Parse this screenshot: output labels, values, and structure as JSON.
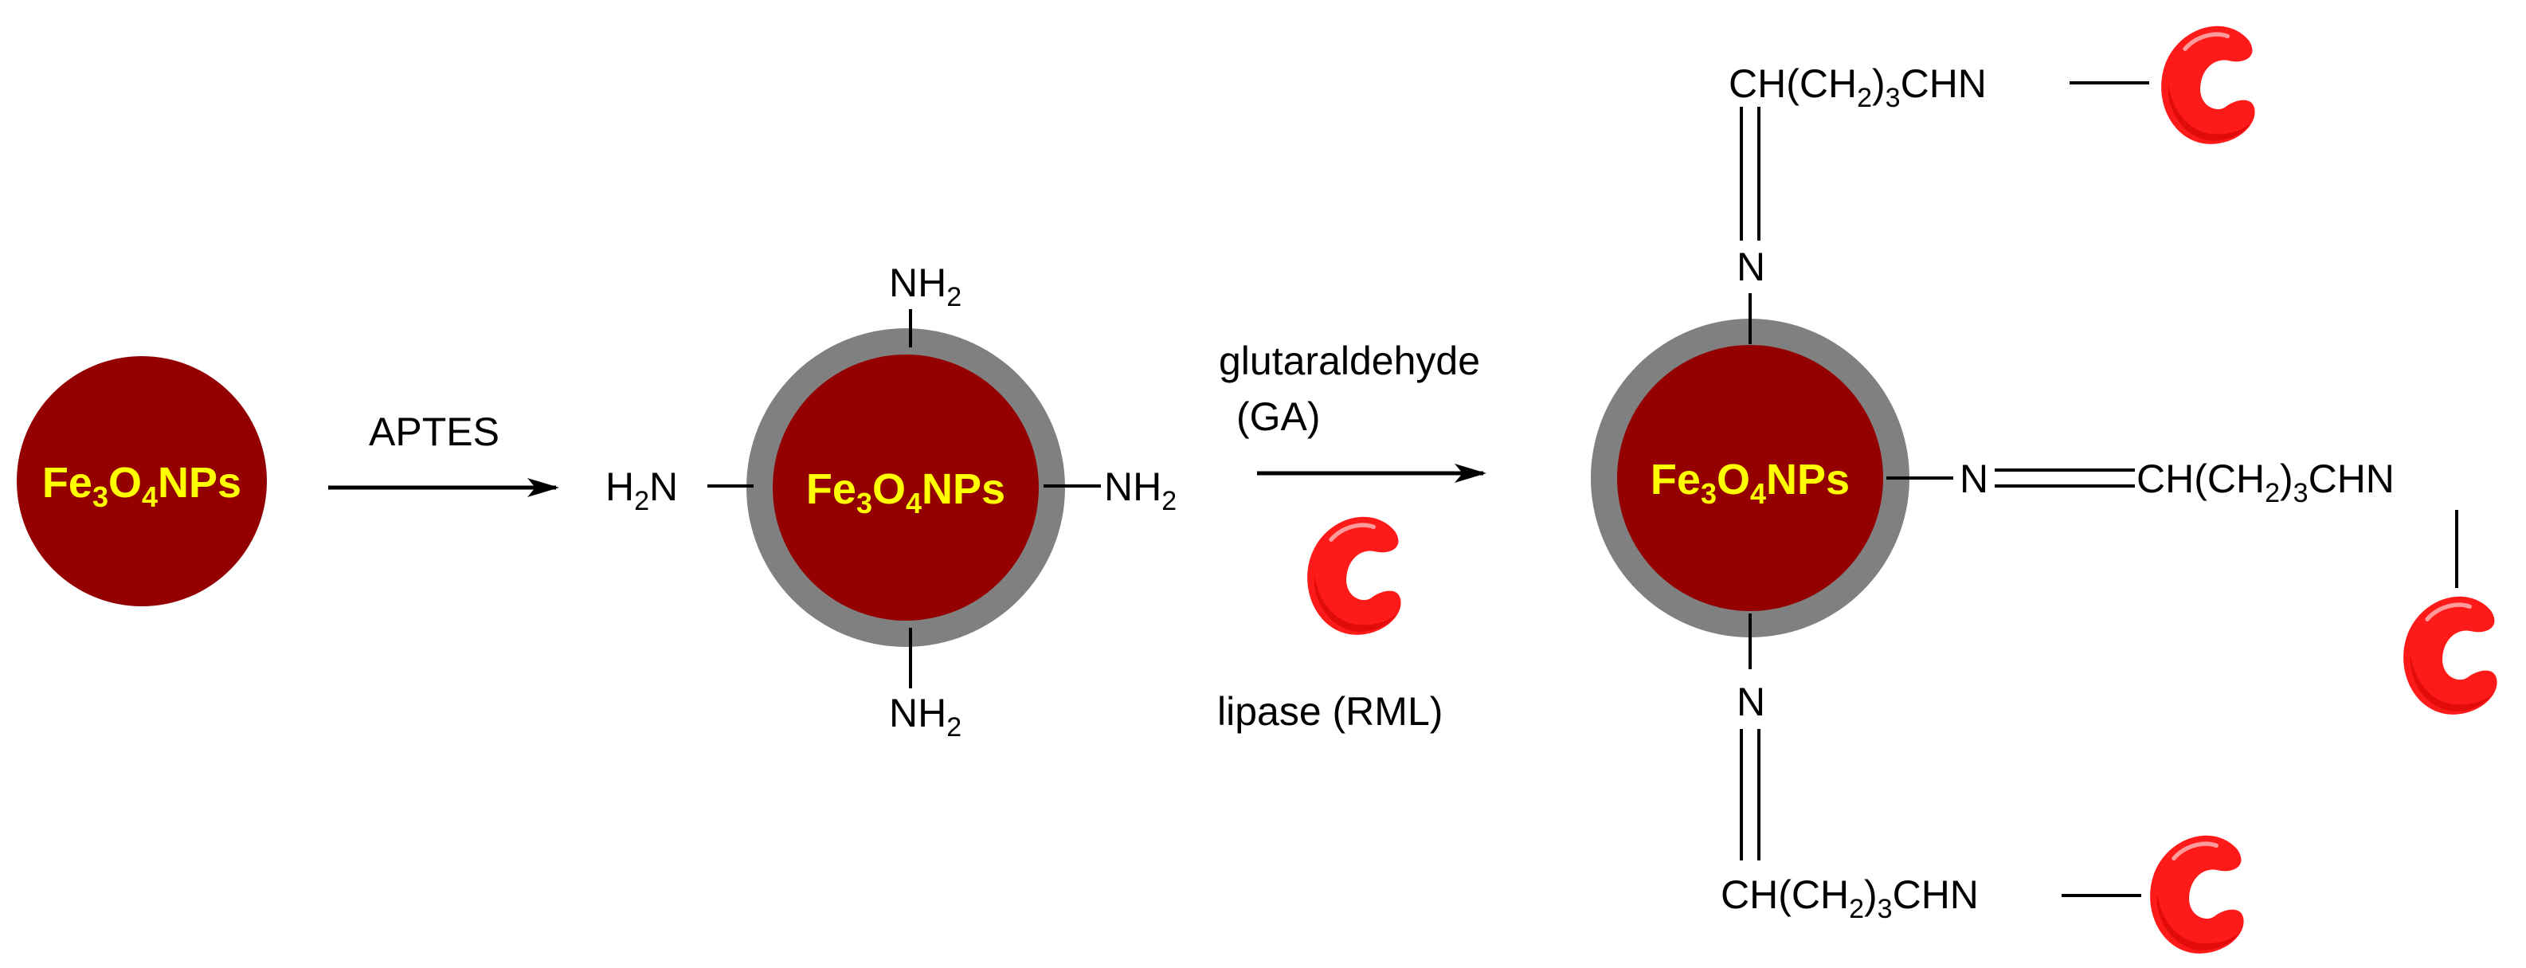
{
  "colors": {
    "core": "#940000",
    "shell": "#808080",
    "label": "#FFFF00",
    "enzyme": "#FF1A1A",
    "enzyme_dark": "#C80000",
    "line": "#000000"
  },
  "particle": {
    "base": "Fe",
    "sub1": "3",
    "mid": "O",
    "sub2": "4",
    "tail": "NPs"
  },
  "amine": {
    "right": {
      "main": "NH",
      "sub": "2"
    },
    "left": {
      "pre": "H",
      "sub": "2",
      "post": "N"
    }
  },
  "steps": {
    "step1": {
      "reagent": "APTES"
    },
    "step2": {
      "reagent_line1": "glutaraldehyde",
      "reagent_line2": "(GA)",
      "enzyme_label": "lipase (RML)"
    }
  },
  "linker": {
    "pre": "CH(CH",
    "sub1": "2",
    "mid": ")",
    "sub2": "3",
    "post": "CHN"
  },
  "imine_n": "N"
}
